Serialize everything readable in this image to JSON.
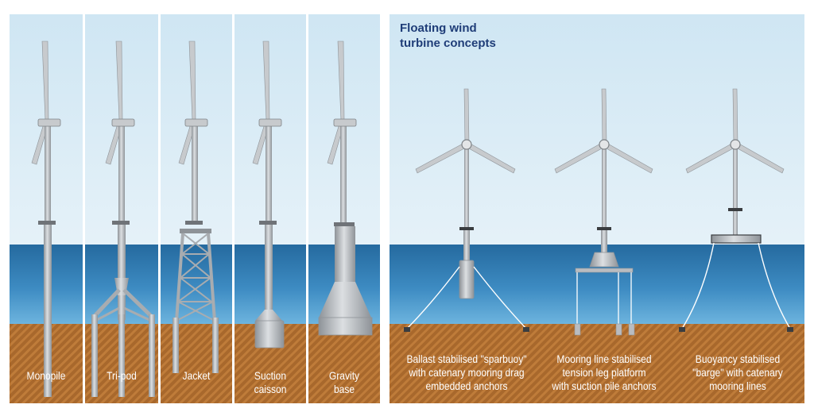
{
  "fixed_foundations": [
    {
      "key": "monopile",
      "label": "Monopile"
    },
    {
      "key": "tripod",
      "label": "Tri-pod"
    },
    {
      "key": "jacket",
      "label": "Jacket"
    },
    {
      "key": "suction",
      "label": "Suction\ncaisson"
    },
    {
      "key": "gravity",
      "label": "Gravity\nbase"
    }
  ],
  "floating_panel": {
    "title": "Floating wind\nturbine concepts",
    "concepts": [
      {
        "key": "spar",
        "label": "Ballast stabilised \"sparbuoy\"\nwith catenary mooring drag\nembedded anchors"
      },
      {
        "key": "tlp",
        "label": "Mooring line stabilised\ntension leg platform\nwith suction pile anchors"
      },
      {
        "key": "barge",
        "label": "Buoyancy stabilised\n\"barge\" with catenary\nmooring lines"
      }
    ]
  },
  "colors": {
    "sky_top": "#cfe6f3",
    "sky_bottom": "#eef6fb",
    "sea_top": "#2e73a8",
    "sea_bottom": "#5fa8d6",
    "seabed": "#a8682c",
    "steel": "#b9bcc0",
    "title": "#1f3d78"
  }
}
